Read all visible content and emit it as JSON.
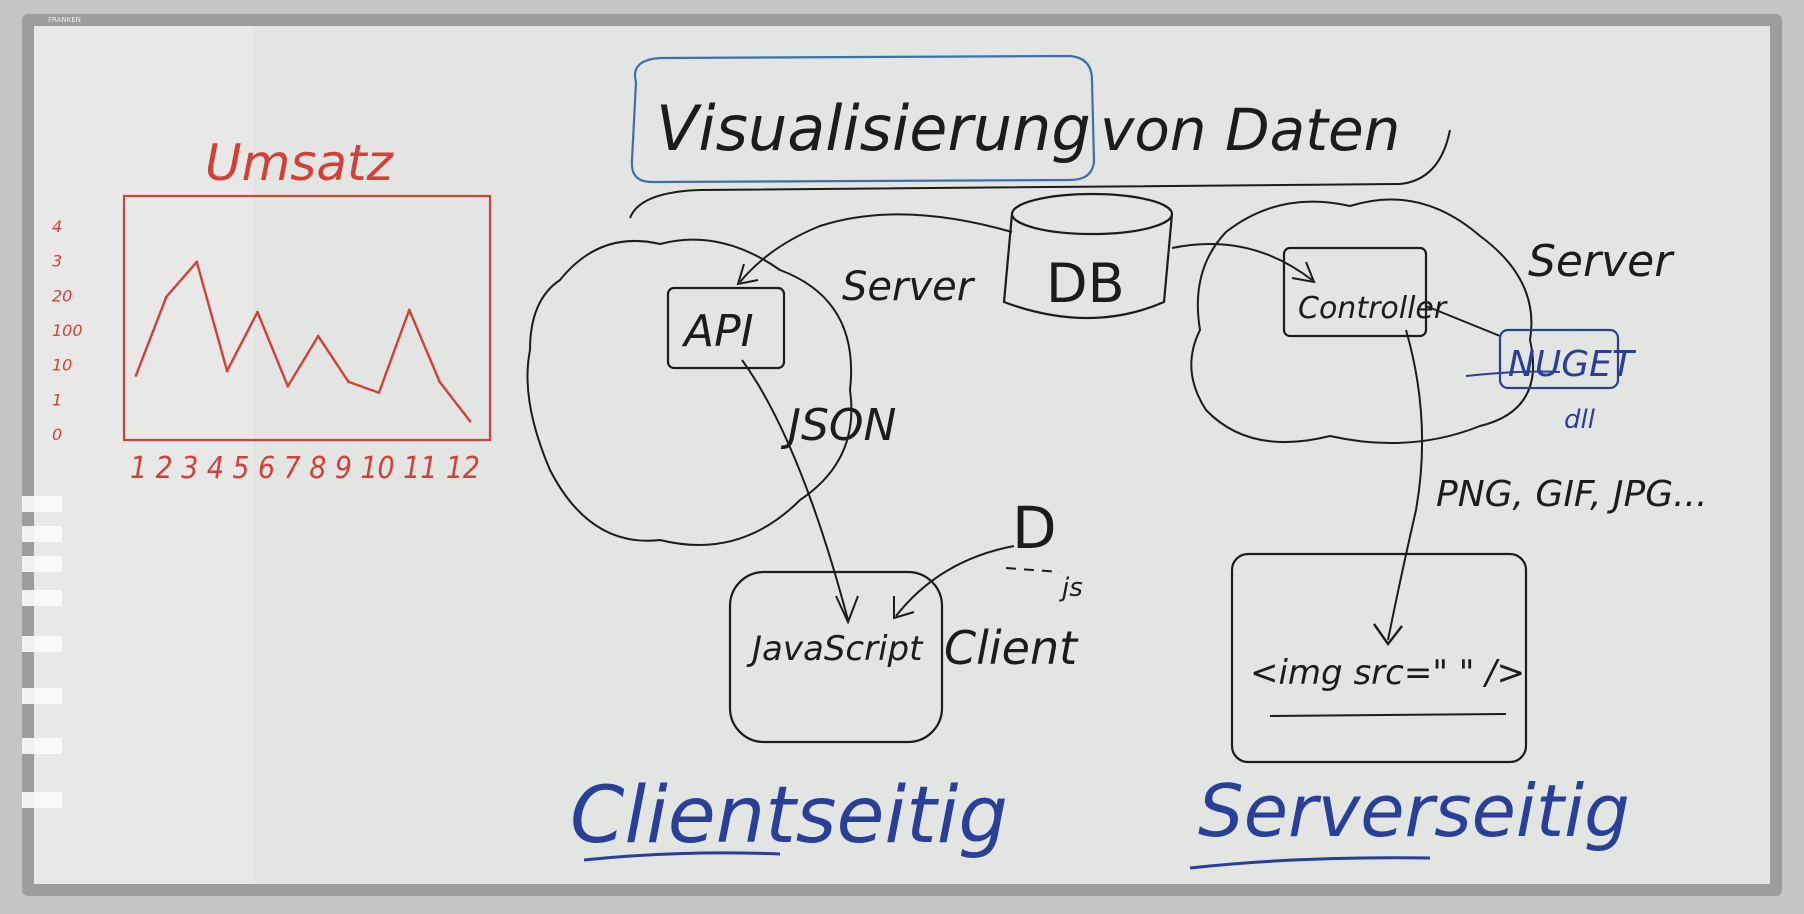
{
  "colors": {
    "board": "#e3e5e2",
    "frame": "#9b9e9c",
    "ink_black": "#1c1c1c",
    "ink_red": "#d2403a",
    "ink_blue": "#2a3f98",
    "ink_boxblue": "#3d6fb0"
  },
  "brand": "FRANKEN",
  "title": {
    "boxed": "Visualisierung",
    "rest": "von Daten"
  },
  "chart": {
    "title": "Umsatz",
    "y_tick_labels": [
      "4 ",
      " 3 ",
      " 20 ",
      "100 ",
      "10 ",
      "1 ",
      "0"
    ],
    "x_tick_labels": "1 2 3 4 5 6 7 8 9 10 11 12",
    "chart_data": {
      "type": "line",
      "title": "Umsatz",
      "x": [
        1,
        2,
        3,
        4,
        5,
        6,
        7,
        8,
        9,
        10,
        11,
        12
      ],
      "values": [
        0.26,
        0.62,
        0.78,
        0.28,
        0.55,
        0.21,
        0.44,
        0.23,
        0.18,
        0.56,
        0.23,
        0.05
      ]
    }
  },
  "left_diagram": {
    "server_label": "Server",
    "api_label": "API",
    "json_label": "JSON",
    "db_label": "DB",
    "js_label": "JavaScript",
    "client_label": "Client",
    "d3_label": "D",
    "d3_suffix": "js",
    "section_label": "Clientseitig"
  },
  "right_diagram": {
    "server_label": "Server",
    "controller_label": "Controller",
    "nuget_label": "NUGET",
    "dll_label": "dll",
    "formats_label": "PNG, GIF, JPG...",
    "img_tag_label": "<img src=\" \" />",
    "section_label": "Serverseitig"
  }
}
